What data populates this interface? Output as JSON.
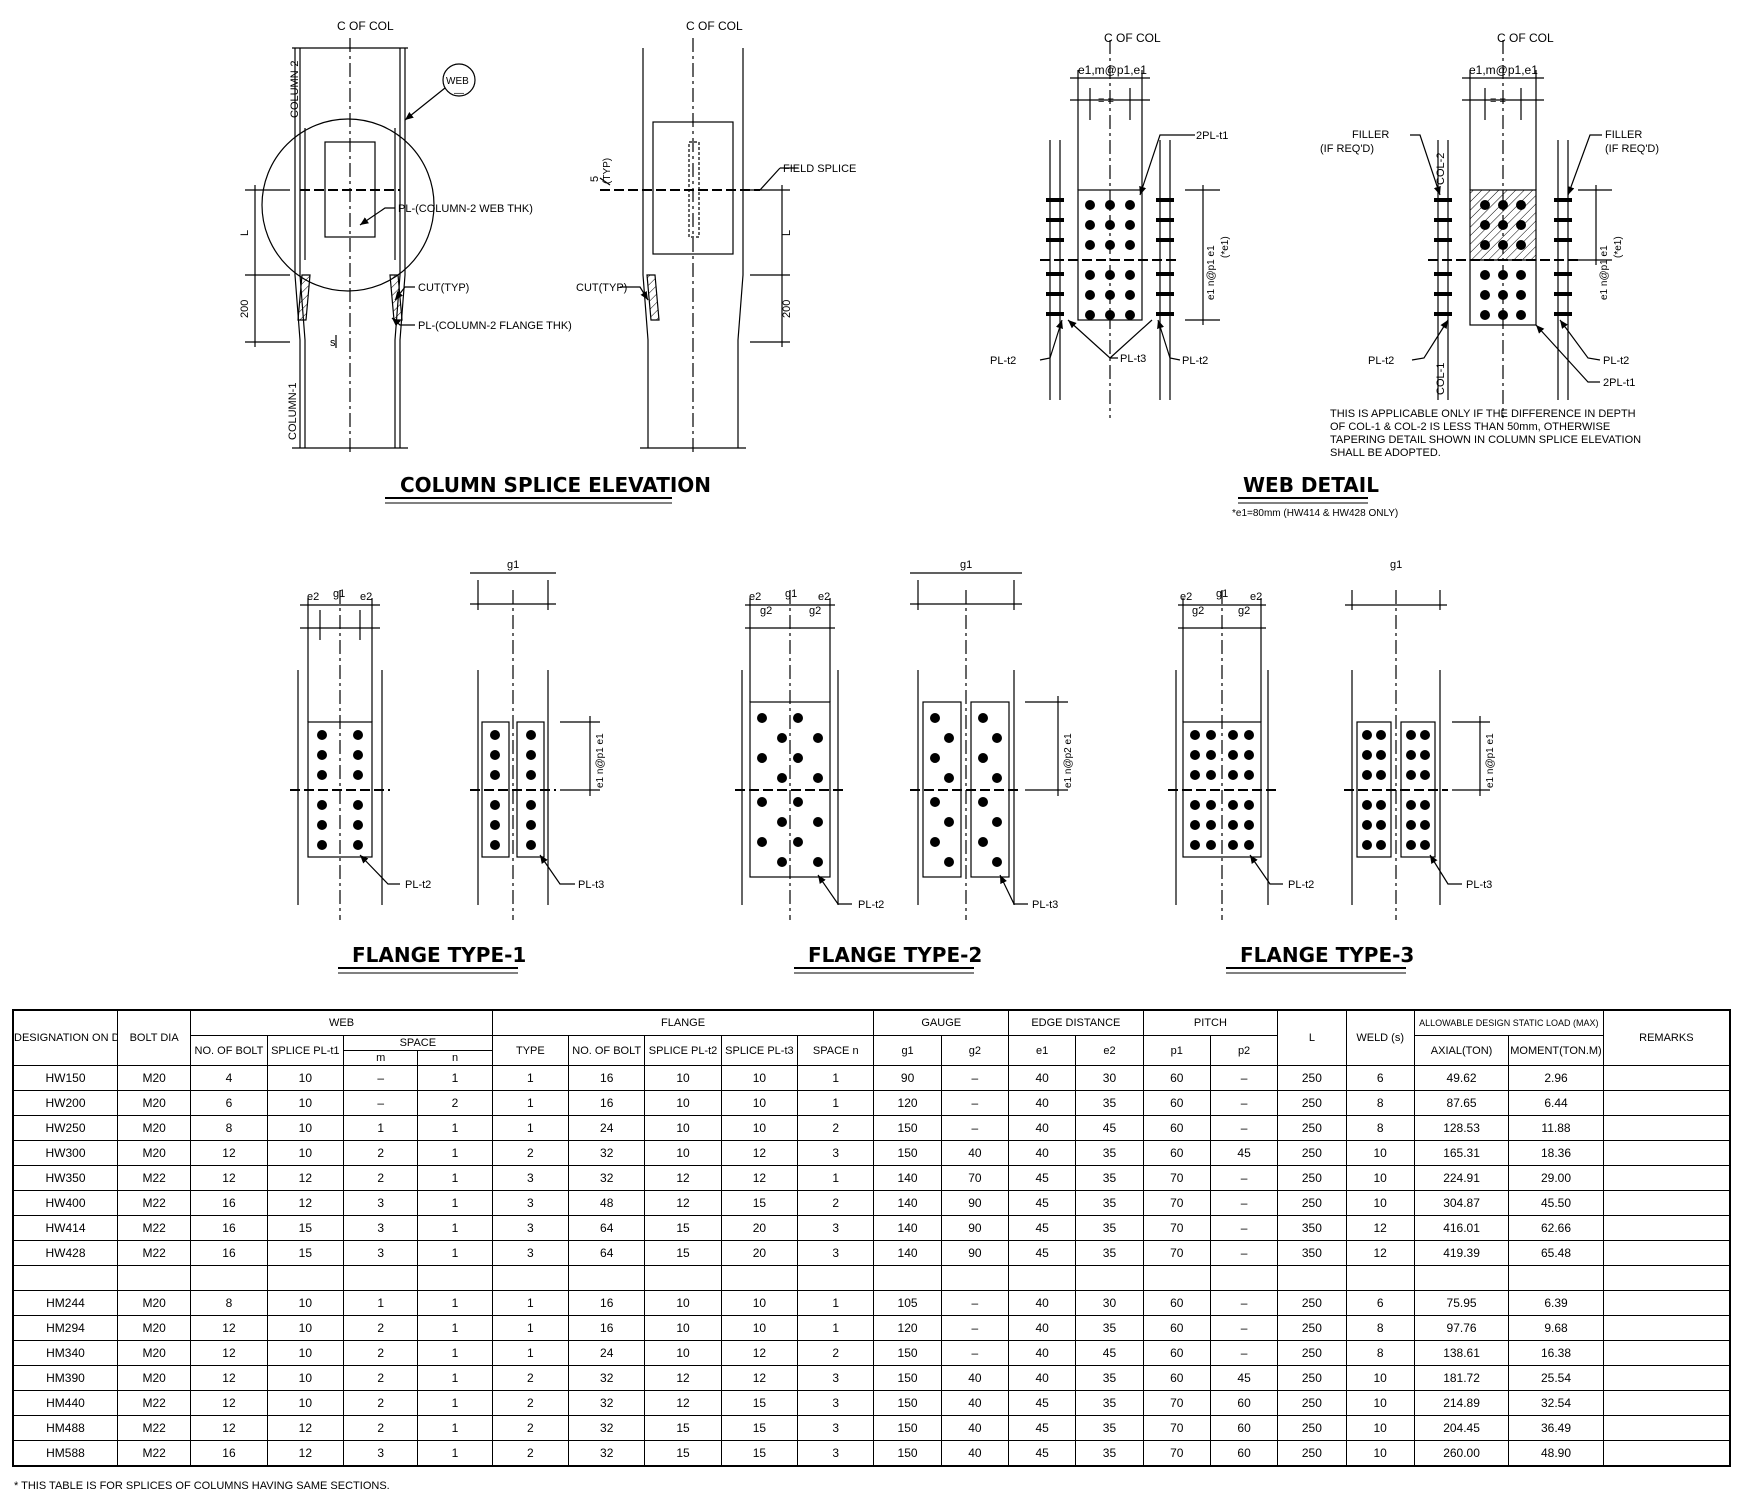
{
  "elevation": {
    "title": "COLUMN SPLICE ELEVATION",
    "cl_label": "C OF COL",
    "web_tag": "WEB",
    "web_tag_sub": "—",
    "column2": "COLUMN-2",
    "column1": "COLUMN-1",
    "pl_web": "PL-(COLUMN-2 WEB THK)",
    "cut": "CUT(TYP)",
    "pl_flange": "PL-(COLUMN-2 FLANGE THK)",
    "dim_L": "L",
    "dim_200": "200",
    "dim_s": "s",
    "dim_5": "5",
    "typ": "(TYP)",
    "field_splice": "FIELD SPLICE"
  },
  "web_detail": {
    "title": "WEB DETAIL",
    "note_e1": "*e1=80mm (HW414 & HW428 ONLY)",
    "cl_label": "C OF COL",
    "spacing": "e1,m@p1,e1",
    "eq": "= =",
    "pl_2t1": "2PL-t1",
    "pl_t2": "PL-t2",
    "pl_t3": "PL-t3",
    "filler": "FILLER",
    "filler_req": "(IF REQ'D)",
    "col2": "COL-2",
    "col1": "COL-1",
    "dim_vert": "e1 n@p1 e1",
    "dim_e1": "(*e1)",
    "note": [
      "THIS IS APPLICABLE ONLY IF THE DIFFERENCE IN DEPTH",
      "OF COL-1 & COL-2 IS LESS THAN 50mm, OTHERWISE",
      "TAPERING DETAIL SHOWN IN COLUMN SPLICE ELEVATION",
      "SHALL BE ADOPTED."
    ]
  },
  "flange_types": [
    {
      "title": "FLANGE TYPE-1",
      "top_labels": [
        "e2",
        "g1",
        "e2"
      ],
      "pl_a": "PL-t2",
      "pl_b": "PL-t3",
      "vdim": "e1 n@p1 e1"
    },
    {
      "title": "FLANGE TYPE-2",
      "top_labels": [
        "e2",
        "g1",
        "e2"
      ],
      "g2": "g2",
      "pl_a": "PL-t2",
      "pl_b": "PL-t3",
      "vdim": "e1 n@p2 e1"
    },
    {
      "title": "FLANGE TYPE-3",
      "top_labels": [
        "e2",
        "g1",
        "e2"
      ],
      "g2": "g2",
      "pl_a": "PL-t2",
      "pl_b": "PL-t3",
      "vdim": "e1 n@p1 e1"
    }
  ],
  "table": {
    "header": {
      "designation": "DESIGNATION ON DWG",
      "bolt_dia": "BOLT DIA",
      "web": "WEB",
      "web_bolt": "NO. OF BOLT",
      "web_splice": "SPLICE PL-t1",
      "space": "SPACE",
      "m": "m",
      "n": "n",
      "flange": "FLANGE",
      "type": "TYPE",
      "fl_bolt": "NO. OF BOLT",
      "splice_t2": "SPLICE PL-t2",
      "splice_t3": "SPLICE PL-t3",
      "fl_space": "SPACE n",
      "gauge": "GAUGE",
      "g1": "g1",
      "g2": "g2",
      "edge": "EDGE DISTANCE",
      "e1": "e1",
      "e2": "e2",
      "pitch": "PITCH",
      "p1": "p1",
      "p2": "p2",
      "L": "L",
      "weld": "WELD (s)",
      "allow": "ALLOWABLE DESIGN STATIC LOAD (MAX)",
      "axial": "AXIAL(TON)",
      "moment": "MOMENT(TON.M)",
      "remarks": "REMARKS"
    },
    "rows": [
      [
        "HW150",
        "M20",
        "4",
        "10",
        "–",
        "1",
        "1",
        "16",
        "10",
        "10",
        "1",
        "90",
        "–",
        "40",
        "30",
        "60",
        "–",
        "250",
        "6",
        "49.62",
        "2.96",
        ""
      ],
      [
        "HW200",
        "M20",
        "6",
        "10",
        "–",
        "2",
        "1",
        "16",
        "10",
        "10",
        "1",
        "120",
        "–",
        "40",
        "35",
        "60",
        "–",
        "250",
        "8",
        "87.65",
        "6.44",
        ""
      ],
      [
        "HW250",
        "M20",
        "8",
        "10",
        "1",
        "1",
        "1",
        "24",
        "10",
        "10",
        "2",
        "150",
        "–",
        "40",
        "45",
        "60",
        "–",
        "250",
        "8",
        "128.53",
        "11.88",
        ""
      ],
      [
        "HW300",
        "M20",
        "12",
        "10",
        "2",
        "1",
        "2",
        "32",
        "10",
        "12",
        "3",
        "150",
        "40",
        "40",
        "35",
        "60",
        "45",
        "250",
        "10",
        "165.31",
        "18.36",
        ""
      ],
      [
        "HW350",
        "M22",
        "12",
        "12",
        "2",
        "1",
        "3",
        "32",
        "12",
        "12",
        "1",
        "140",
        "70",
        "45",
        "35",
        "70",
        "–",
        "250",
        "10",
        "224.91",
        "29.00",
        ""
      ],
      [
        "HW400",
        "M22",
        "16",
        "12",
        "3",
        "1",
        "3",
        "48",
        "12",
        "15",
        "2",
        "140",
        "90",
        "45",
        "35",
        "70",
        "–",
        "250",
        "10",
        "304.87",
        "45.50",
        ""
      ],
      [
        "HW414",
        "M22",
        "16",
        "15",
        "3",
        "1",
        "3",
        "64",
        "15",
        "20",
        "3",
        "140",
        "90",
        "45",
        "35",
        "70",
        "–",
        "350",
        "12",
        "416.01",
        "62.66",
        ""
      ],
      [
        "HW428",
        "M22",
        "16",
        "15",
        "3",
        "1",
        "3",
        "64",
        "15",
        "20",
        "3",
        "140",
        "90",
        "45",
        "35",
        "70",
        "–",
        "350",
        "12",
        "419.39",
        "65.48",
        ""
      ],
      [
        "",
        "",
        "",
        "",
        "",
        "",
        "",
        "",
        "",
        "",
        "",
        "",
        "",
        "",
        "",
        "",
        "",
        "",
        "",
        "",
        "",
        ""
      ],
      [
        "HM244",
        "M20",
        "8",
        "10",
        "1",
        "1",
        "1",
        "16",
        "10",
        "10",
        "1",
        "105",
        "–",
        "40",
        "30",
        "60",
        "–",
        "250",
        "6",
        "75.95",
        "6.39",
        ""
      ],
      [
        "HM294",
        "M20",
        "12",
        "10",
        "2",
        "1",
        "1",
        "16",
        "10",
        "10",
        "1",
        "120",
        "–",
        "40",
        "35",
        "60",
        "–",
        "250",
        "8",
        "97.76",
        "9.68",
        ""
      ],
      [
        "HM340",
        "M20",
        "12",
        "10",
        "2",
        "1",
        "1",
        "24",
        "10",
        "12",
        "2",
        "150",
        "–",
        "40",
        "45",
        "60",
        "–",
        "250",
        "8",
        "138.61",
        "16.38",
        ""
      ],
      [
        "HM390",
        "M20",
        "12",
        "10",
        "2",
        "1",
        "2",
        "32",
        "12",
        "12",
        "3",
        "150",
        "40",
        "40",
        "35",
        "60",
        "45",
        "250",
        "10",
        "181.72",
        "25.54",
        ""
      ],
      [
        "HM440",
        "M22",
        "12",
        "10",
        "2",
        "1",
        "2",
        "32",
        "12",
        "15",
        "3",
        "150",
        "40",
        "45",
        "35",
        "70",
        "60",
        "250",
        "10",
        "214.89",
        "32.54",
        ""
      ],
      [
        "HM488",
        "M22",
        "12",
        "12",
        "2",
        "1",
        "2",
        "32",
        "15",
        "15",
        "3",
        "150",
        "40",
        "45",
        "35",
        "70",
        "60",
        "250",
        "10",
        "204.45",
        "36.49",
        ""
      ],
      [
        "HM588",
        "M22",
        "16",
        "12",
        "3",
        "1",
        "2",
        "32",
        "15",
        "15",
        "3",
        "150",
        "40",
        "45",
        "35",
        "70",
        "60",
        "250",
        "10",
        "260.00",
        "48.90",
        ""
      ]
    ],
    "footnote": "* THIS TABLE IS FOR SPLICES OF COLUMNS HAVING SAME SECTIONS."
  }
}
